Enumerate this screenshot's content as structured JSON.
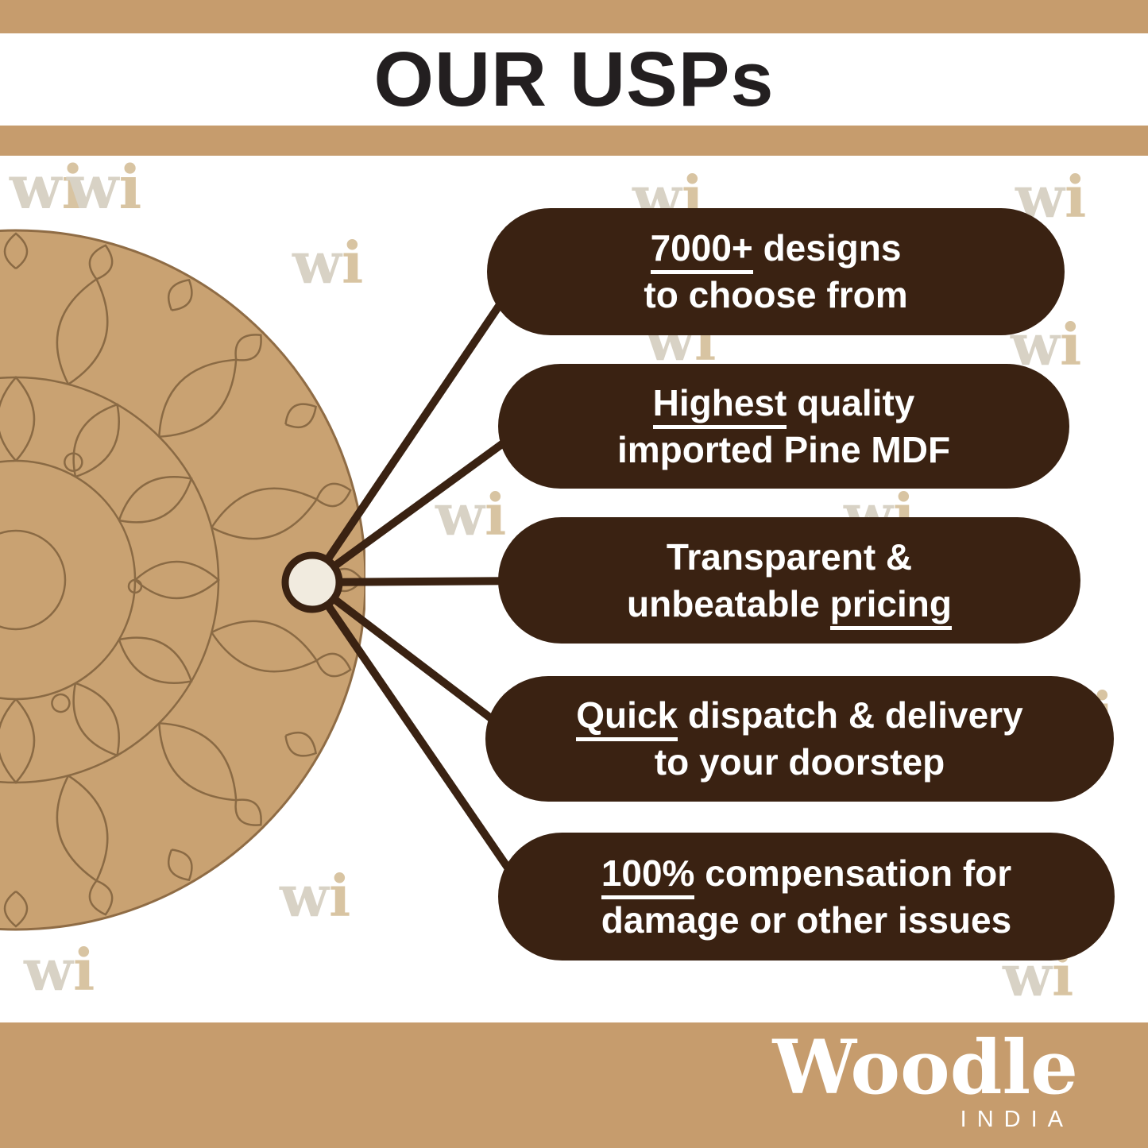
{
  "title": "OUR USPs",
  "watermark": {
    "w": "w",
    "i": "i"
  },
  "usps": [
    {
      "l1_pre": "",
      "l1_u": "7000+",
      "l1_post": " designs",
      "l2_pre": "to choose from",
      "l2_u": "",
      "l2_post": ""
    },
    {
      "l1_pre": "",
      "l1_u": "Highest",
      "l1_post": " quality",
      "l2_pre": "imported Pine MDF",
      "l2_u": "",
      "l2_post": ""
    },
    {
      "l1_pre": "Transparent &",
      "l1_u": "",
      "l1_post": "",
      "l2_pre": "unbeatable ",
      "l2_u": "pricing",
      "l2_post": ""
    },
    {
      "l1_pre": "",
      "l1_u": "Quick",
      "l1_post": " dispatch & delivery",
      "l2_pre": "to your doorstep",
      "l2_u": "",
      "l2_post": ""
    },
    {
      "l1_pre": "",
      "l1_u": "100%",
      "l1_post": " compensation for",
      "l2_pre": "damage or other issues",
      "l2_u": "",
      "l2_post": ""
    }
  ],
  "brand": {
    "name": "Woodle",
    "country": "INDIA"
  },
  "colors": {
    "band": "#C69C6D",
    "pill": "#3A2212",
    "pill_text": "#FFFFFF",
    "title_text": "#231F20",
    "mdf_board": "#C9A272",
    "mdf_lines": "#8A6A44",
    "hub_fill": "#F1EBDF",
    "watermark": "#D8D2C5"
  }
}
